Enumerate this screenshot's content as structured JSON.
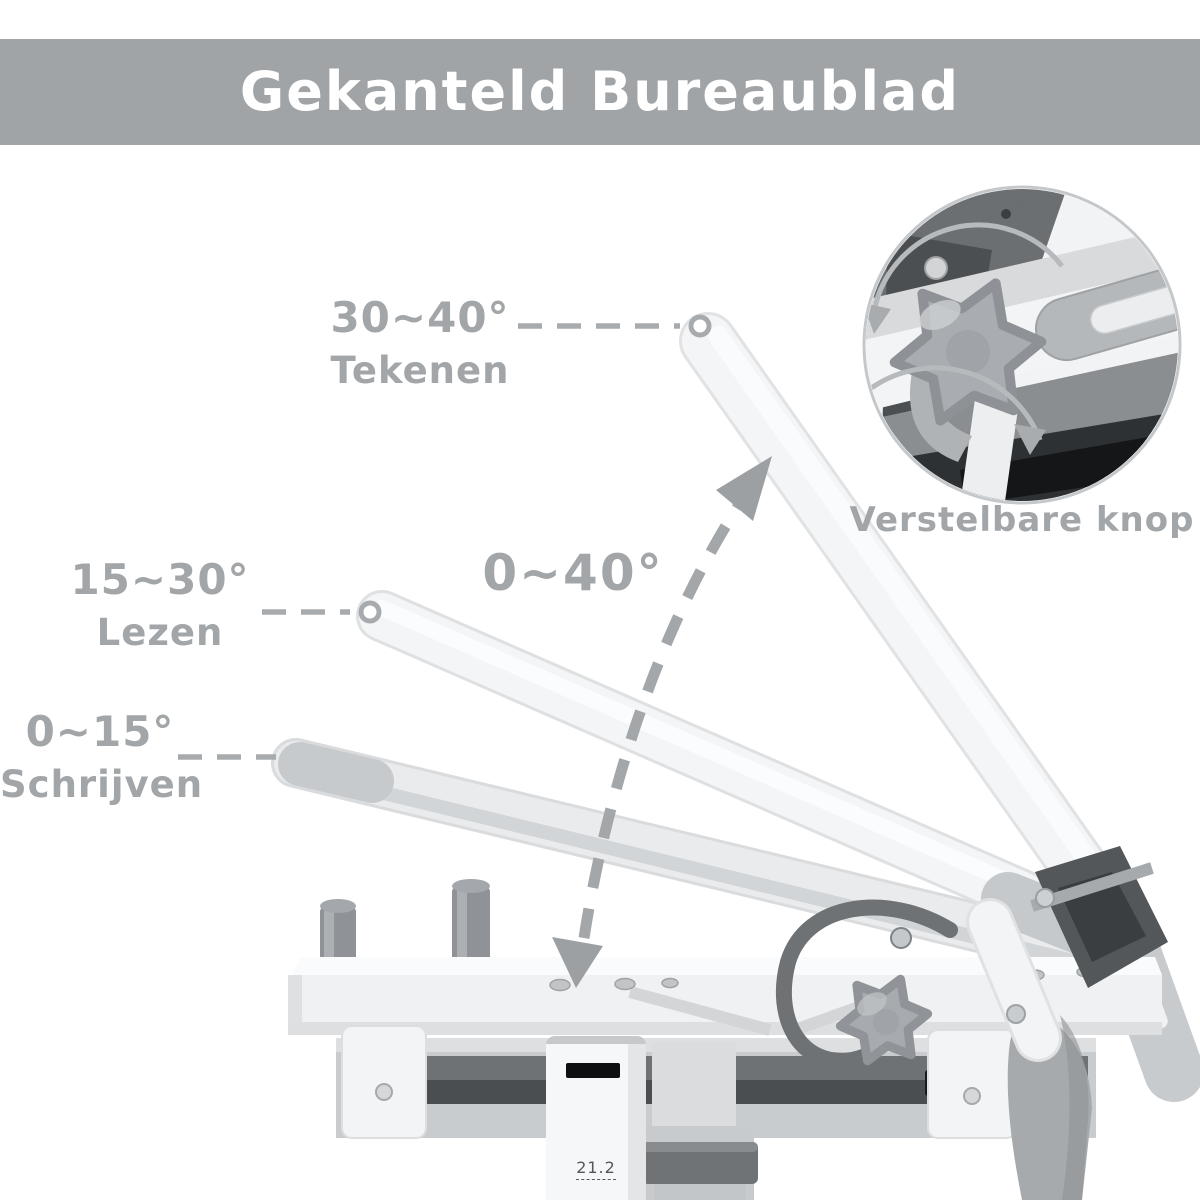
{
  "header": {
    "title": "Gekanteld Bureaublad"
  },
  "annotations": {
    "positions": [
      {
        "angle": "30~40°",
        "label": "Tekenen"
      },
      {
        "angle": "15~30°",
        "label": "Lezen"
      },
      {
        "angle": "0~15°",
        "label": "Schrijven"
      }
    ],
    "tilt_range": "0~40°",
    "knob_label": "Verstelbare knop"
  },
  "base": {
    "height_marker": "21.2"
  },
  "colors": {
    "banner_gray": "#A0A4A7",
    "annotation_text": "#A2A6A9",
    "dashed_line": "#A8ABAE",
    "desk_face_white": "#F4F5F7",
    "desk_edge_gray": "#C7CACD",
    "knob_gray": "#A7ABAF",
    "metal_dark": "#43474A"
  }
}
